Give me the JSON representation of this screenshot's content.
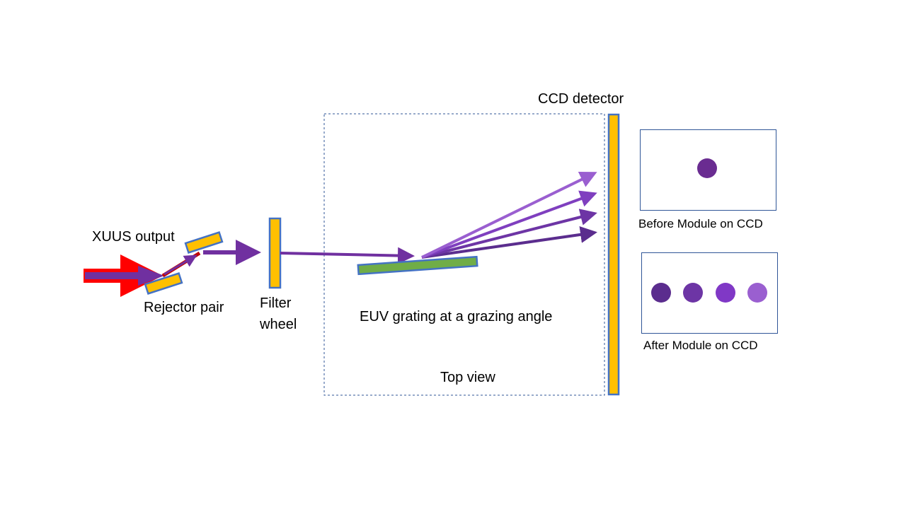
{
  "labels": {
    "xuus_output": "XUUS output",
    "rejector_pair": "Rejector pair",
    "filter_line1": "Filter",
    "filter_line2": "wheel",
    "grating": "EUV grating at a grazing angle",
    "top_view": "Top view",
    "ccd_detector": "CCD detector",
    "before": "Before Module on CCD",
    "after": "After Module on CCD"
  },
  "colors": {
    "optic_fill": "#ffc000",
    "optic_stroke": "#4472c4",
    "grating_fill": "#70ad47",
    "input_beam": "#ff0000",
    "beam": "#7030a0",
    "diffracted": [
      "#5b2d8e",
      "#6d35a5",
      "#7f3fbf",
      "#9a5fd0"
    ],
    "box_border": "#2f5597"
  }
}
